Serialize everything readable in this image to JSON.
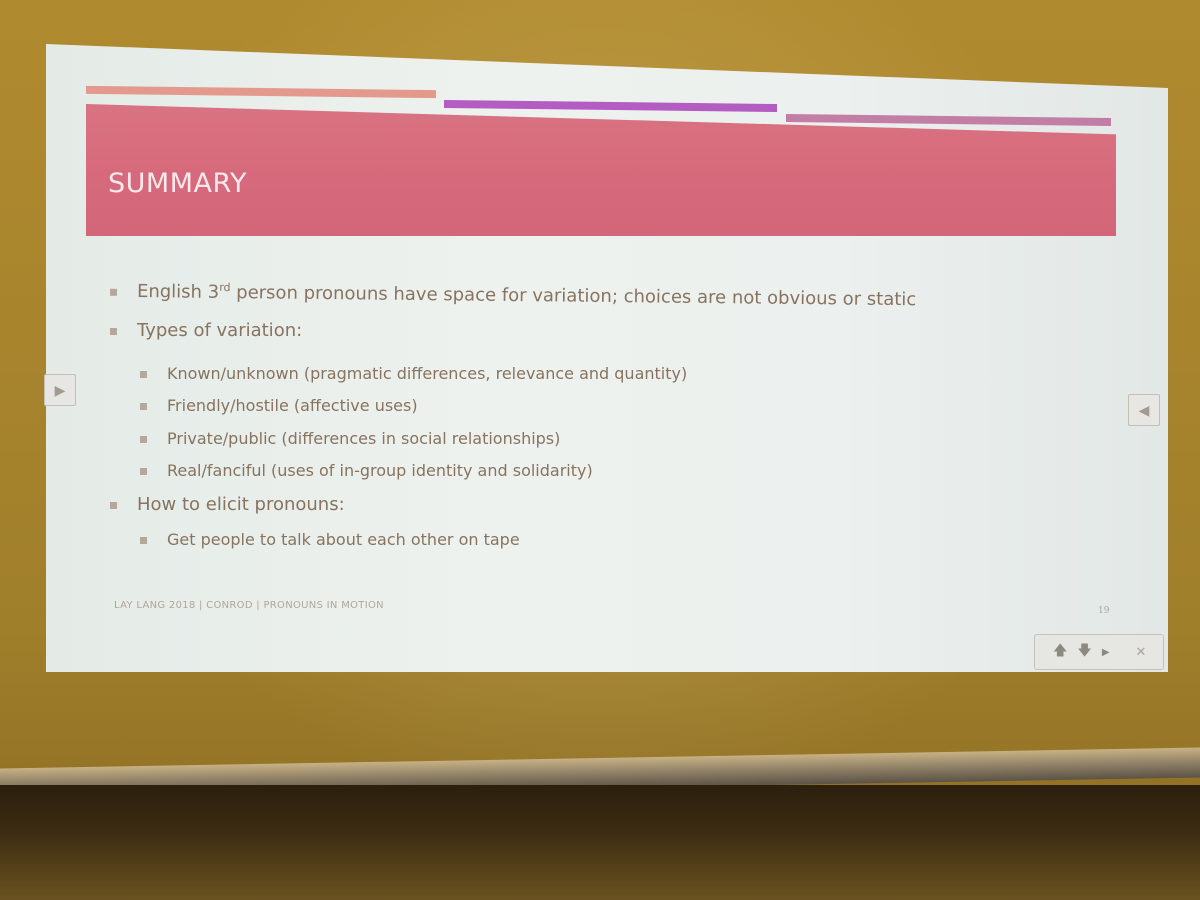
{
  "slide": {
    "title": "SUMMARY",
    "bullets": [
      {
        "text_before": "English 3",
        "sup": "rd",
        "text_after": " person pronouns have space for variation; choices are not obvious or static"
      },
      {
        "text": "Types of variation:"
      },
      {
        "text": "Known/unknown (pragmatic differences, relevance and quantity)"
      },
      {
        "text": "Friendly/hostile (affective uses)"
      },
      {
        "text": "Private/public (differences in social relationships)"
      },
      {
        "text": "Real/fanciful (uses of in-group identity and solidarity)"
      },
      {
        "text": "How to elicit pronouns:"
      },
      {
        "text": "Get people to talk about each other on tape"
      }
    ],
    "footer": "LAY LANG 2018 | CONROD | PRONOUNS IN MOTION",
    "page_number": "19"
  },
  "controls": {
    "prev_slide_icon": "play-right-icon",
    "next_slide_icon": "play-left-icon",
    "up_icon": "arrow-up-icon",
    "down_icon": "arrow-down-icon",
    "play_icon": "play-icon",
    "close_icon": "close-icon"
  },
  "colors": {
    "title_band": "#d6697b",
    "stripe_1": "#e39a8c",
    "stripe_2": "#b35cc2",
    "stripe_3": "#c37ea6",
    "body_text": "#87735f"
  }
}
